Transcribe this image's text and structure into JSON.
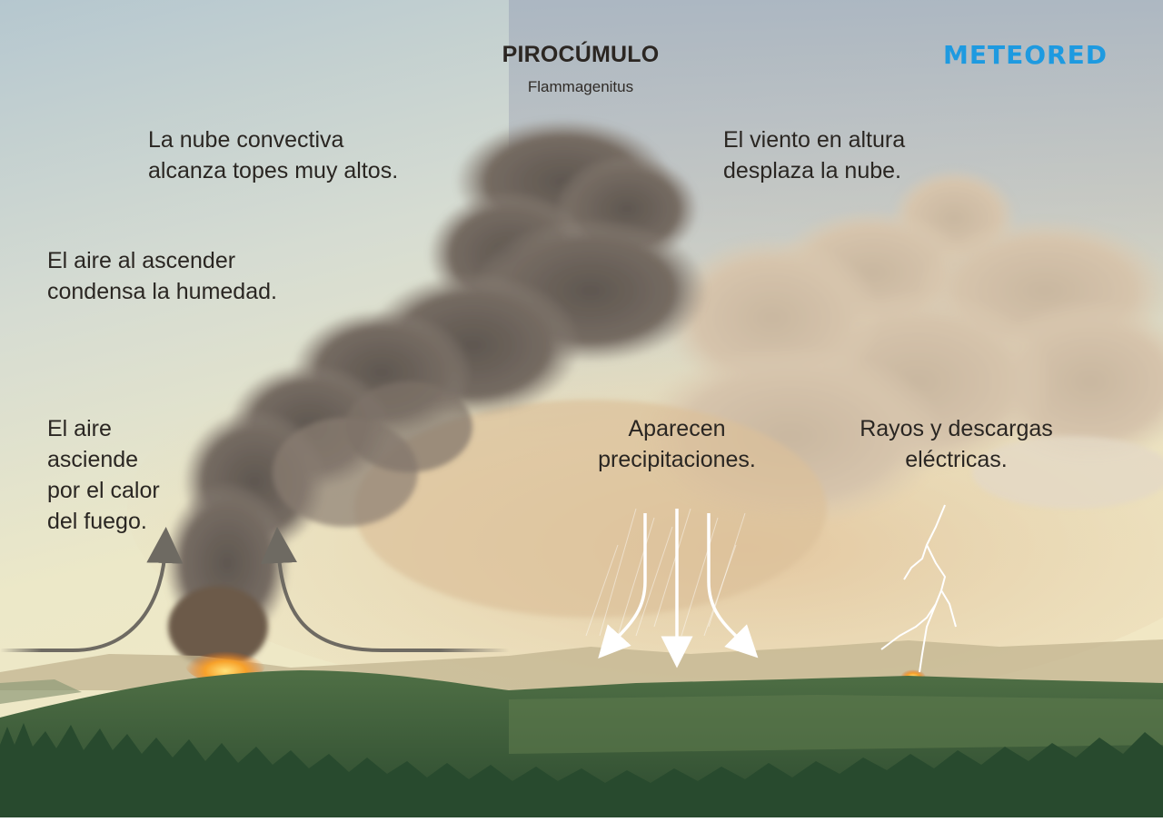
{
  "header": {
    "title": "PIROCÚMULO",
    "subtitle": "Flammagenitus",
    "brand": "METEORED",
    "brand_color": "#1e9ae0"
  },
  "labels": {
    "cloud_tops": "La nube convectiva\nalcanza topes muy altos.",
    "wind": "El viento en altura\ndesplaza la nube.",
    "condense": "El aire al ascender\ncondensa la humedad.",
    "rises": "El aire\nasciende\npor el calor\ndel fuego.",
    "precip": "Aparecen\nprecipitaciones.",
    "lightning": "Rayos y descargas\neléctricas."
  },
  "icons": [
    "updraft-arrow-icon",
    "downdraft-arrows-icon",
    "lightning-bolt-icon",
    "fire-icon",
    "cloud-logo-icon"
  ]
}
